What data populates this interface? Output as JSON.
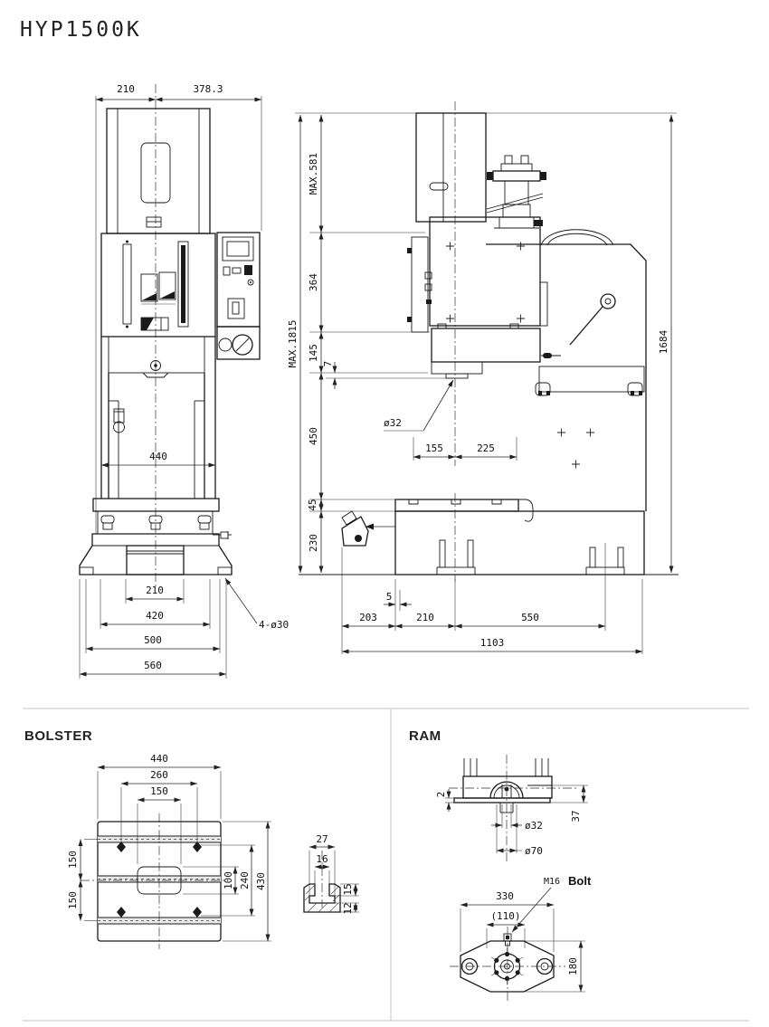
{
  "title": "HYP1500K",
  "front": {
    "w210": "210",
    "w378": "378.3",
    "w440": "440",
    "b210": "210",
    "b420": "420",
    "b500": "500",
    "b560": "560",
    "holes": "4-ø30"
  },
  "side": {
    "max581": "MAX.581",
    "d364": "364",
    "d145": "145",
    "d7": "7",
    "max1815": "MAX.1815",
    "d450": "450",
    "d45": "45",
    "d230": "230",
    "d1684": "1684",
    "dia32": "ø32",
    "d155": "155",
    "d225": "225",
    "d5": "5",
    "d203": "203",
    "d210": "210",
    "d550": "550",
    "d1103": "1103"
  },
  "bolster": {
    "label": "BOLSTER",
    "w440": "440",
    "w260": "260",
    "w150": "150",
    "l150a": "150",
    "l150b": "150",
    "r100": "100",
    "r240": "240",
    "r430": "430",
    "s27": "27",
    "s16": "16",
    "s15": "15",
    "s12": "12"
  },
  "ram": {
    "label": "RAM",
    "d2": "2",
    "d37": "37",
    "dia32": "ø32",
    "dia70": "ø70",
    "bolt_size": "M16",
    "bolt_word": "Bolt",
    "w330": "330",
    "w110": "(110)",
    "h180": "180"
  }
}
